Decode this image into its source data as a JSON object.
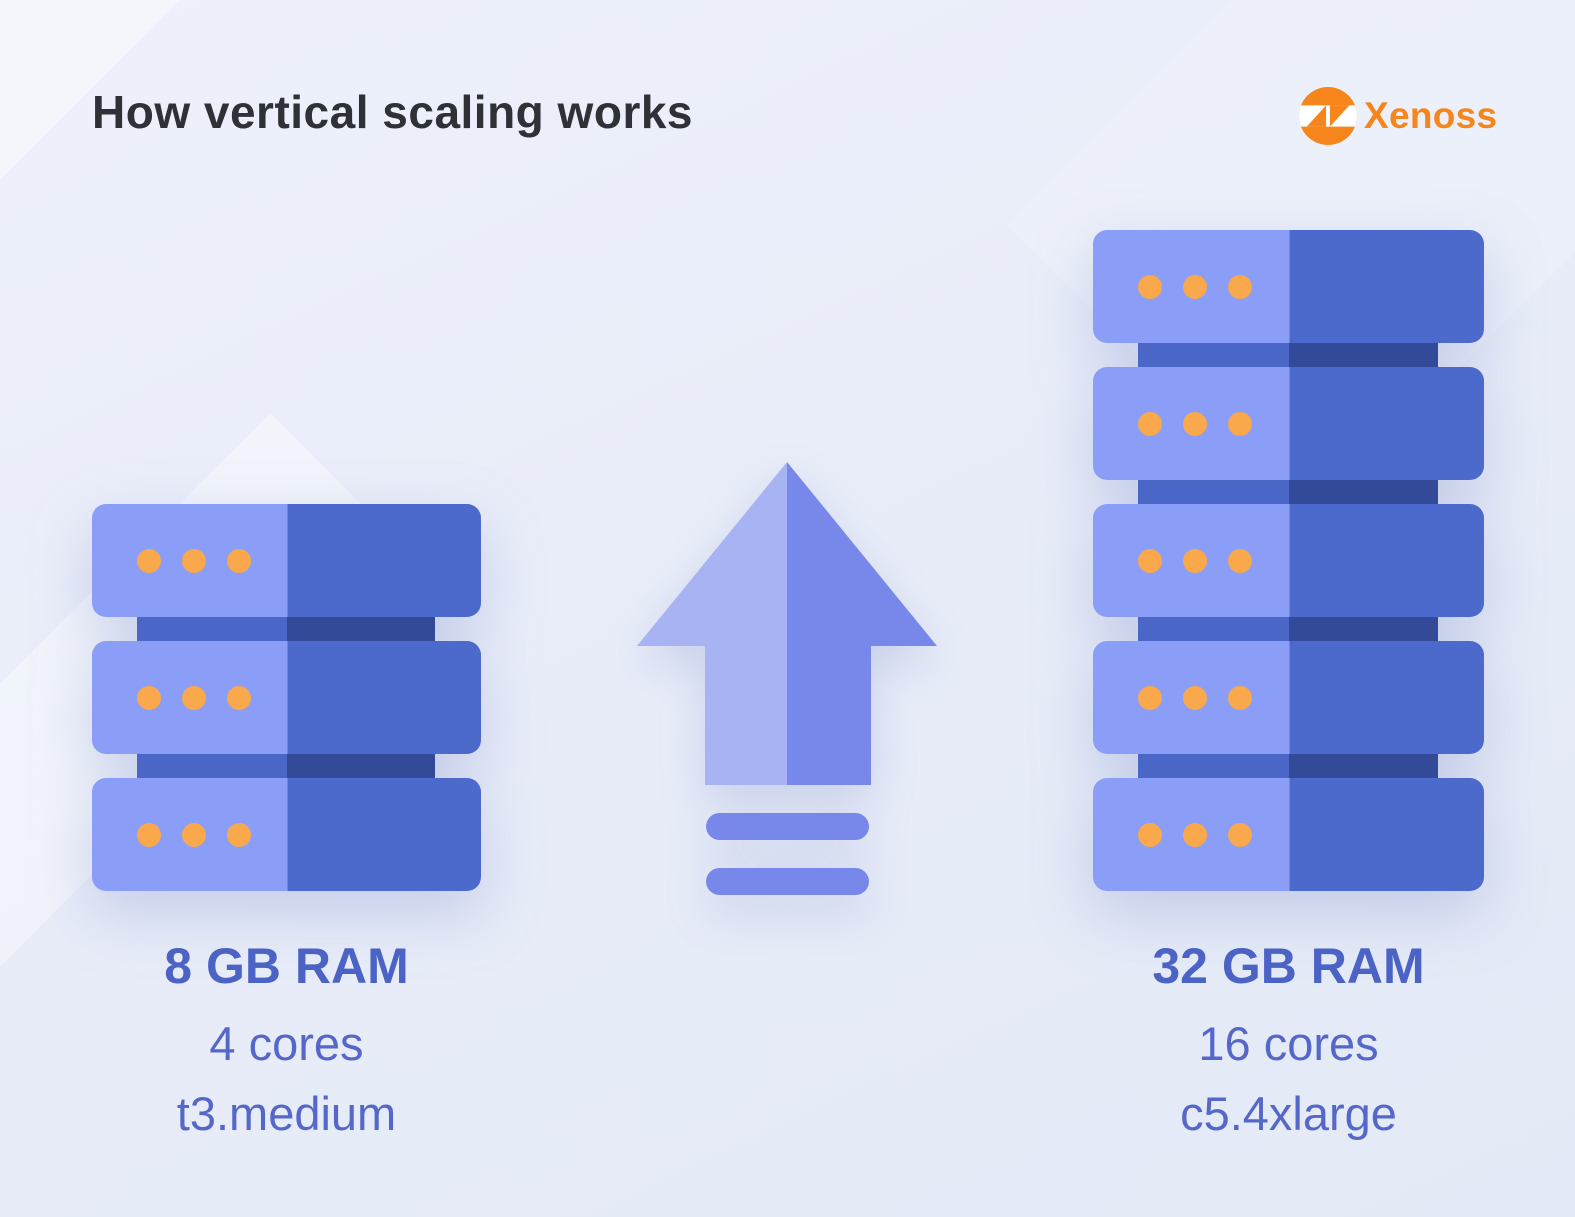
{
  "title": "How vertical scaling works",
  "logo": {
    "text": "Xenoss",
    "icon": "xenoss-shutter-n-icon"
  },
  "stacks": {
    "before": {
      "units": 3,
      "led_dots_per_unit": 3,
      "ram": "8 GB RAM",
      "cores": "4 cores",
      "instance": "t3.medium"
    },
    "after": {
      "units": 5,
      "led_dots_per_unit": 3,
      "ram": "32 GB RAM",
      "cores": "16 cores",
      "instance": "c5.4xlarge"
    }
  },
  "arrow": {
    "icon": "up-arrow-icon"
  },
  "colors": {
    "title_color": "#2e3136",
    "accent_orange": "#f6861c",
    "server_light": "#8b9ef7",
    "server_dark": "#4c69cc",
    "connector_light": "#4a66c6",
    "connector_dark": "#334a99",
    "led_dot": "#f9a84b",
    "arrow_light": "#a7b3f2",
    "arrow_dark": "#7788ea",
    "label_blue_bold": "#4c63c6",
    "label_blue": "#5568ca"
  }
}
